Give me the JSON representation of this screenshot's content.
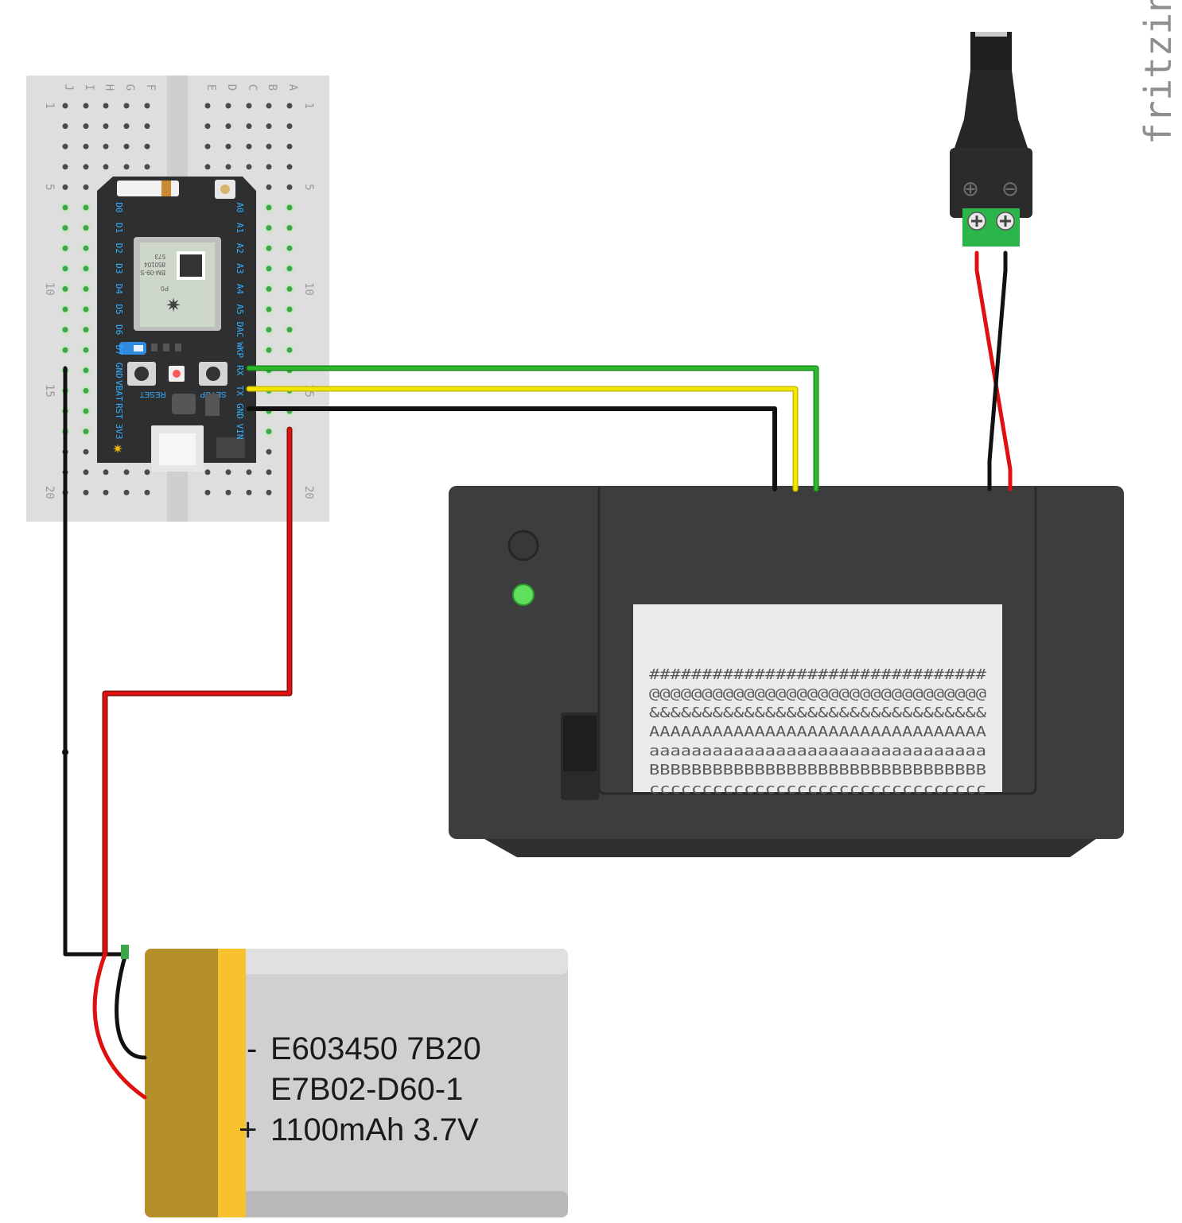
{
  "watermark": "fritzing",
  "breadboard": {
    "col_letters_left": [
      "J",
      "I",
      "H",
      "G",
      "F"
    ],
    "col_letters_right": [
      "E",
      "D",
      "C",
      "B",
      "A"
    ],
    "row_numbers": [
      "1",
      "5",
      "10",
      "15",
      "20"
    ]
  },
  "photon": {
    "left_pins": [
      "D0",
      "D1",
      "D2",
      "D3",
      "D4",
      "D5",
      "D6",
      "D7",
      "GND",
      "VBAT",
      "RST",
      "3V3"
    ],
    "right_pins": [
      "A0",
      "A1",
      "A2",
      "A3",
      "A4",
      "A5",
      "DAC",
      "WKP",
      "RX",
      "TX",
      "GND",
      "VIN"
    ],
    "buttons": [
      "RESET",
      "SETUP"
    ],
    "module_text": [
      "P0",
      "BM-09-S",
      "850104",
      "573"
    ]
  },
  "printer": {
    "paper_lines": [
      "################################",
      "@@@@@@@@@@@@@@@@@@@@@@@@@@@@@@@@",
      "&&&&&&&&&&&&&&&&&&&&&&&&&&&&&&&&",
      "AAAAAAAAAAAAAAAAAAAAAAAAAAAAAAAA",
      "aaaaaaaaaaaaaaaaaaaaaaaaaaaaaaaa",
      "BBBBBBBBBBBBBBBBBBBBBBBBBBBBBBBB",
      "cccccccccccccccccccccccccccccccc"
    ]
  },
  "dc_jack": {
    "plus_symbol": "⊕",
    "minus_symbol": "⊖"
  },
  "battery": {
    "lines": [
      "E603450 7B20",
      "E7B02-D60-1",
      "1100mAh 3.7V"
    ],
    "minus_mark": "-",
    "plus_mark": "+"
  },
  "colors": {
    "wire_green": "#2eb82e",
    "wire_yellow": "#f2e600",
    "wire_black": "#111111",
    "wire_red": "#e01010",
    "printer_body": "#3d3d3d",
    "led_green": "#5ee05e",
    "battery_wrap": "#b5902a",
    "battery_band": "#f8c12e"
  }
}
